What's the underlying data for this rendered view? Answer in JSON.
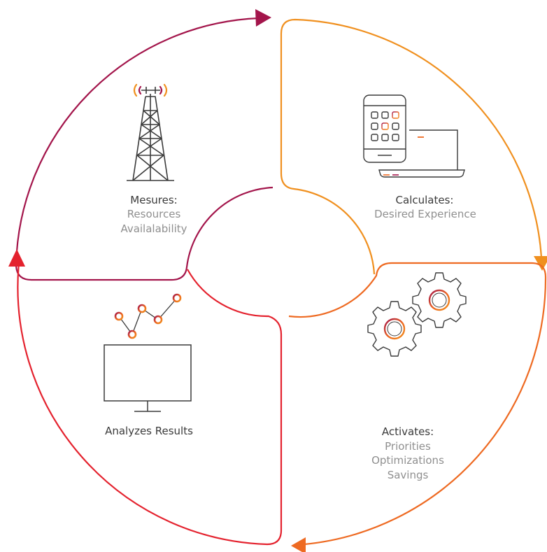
{
  "colors": {
    "plum": "#a3154b",
    "orange": "#f0901f",
    "dark_orange": "#ee6a22",
    "red": "#e4222e",
    "icon_stroke": "#3a3a3a",
    "title_text": "#3a3a3a",
    "subtitle_text": "#8f8f8f"
  },
  "quadrants": {
    "measures": {
      "icon": "cell-tower-icon",
      "title": "Mesures:",
      "lines": [
        "Resources",
        "Availalability"
      ]
    },
    "calculates": {
      "icon": "phone-and-laptop-icon",
      "title": "Calculates:",
      "lines": [
        "Desired Experience"
      ]
    },
    "activates": {
      "icon": "gears-icon",
      "title": "Activates:",
      "lines": [
        "Priorities",
        "Optimizations",
        "Savings"
      ]
    },
    "analyzes": {
      "icon": "chart-monitor-icon",
      "title": "Analyzes Results",
      "lines": []
    }
  }
}
